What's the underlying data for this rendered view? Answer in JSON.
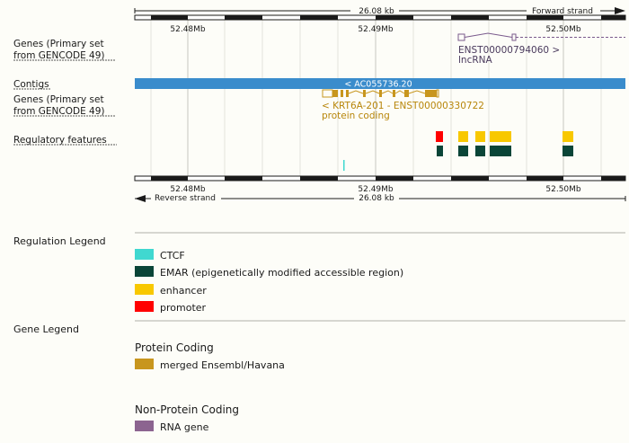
{
  "ruler_top": {
    "length": "26.08 kb",
    "strand": "Forward strand"
  },
  "ruler_bottom": {
    "length": "26.08 kb",
    "strand": "Reverse strand"
  },
  "ticks": [
    "52.48Mb",
    "52.49Mb",
    "52.50Mb"
  ],
  "tracks": {
    "genes_fwd_label_1": "Genes (Primary set",
    "genes_fwd_label_2": "from GENCODE 49)",
    "contigs_label": "Contigs",
    "genes_rev_label_1": "Genes (Primary set",
    "genes_rev_label_2": "from GENCODE 49)",
    "regulatory_label": "Regulatory features"
  },
  "features": {
    "lnc_name": "ENST00000794060 >",
    "lnc_type": "lncRNA",
    "contig_name": "< AC055736.20",
    "coding_name": "< KRT6A-201 - ENST00000330722",
    "coding_type": "protein coding"
  },
  "regulation_legend": {
    "title": "Regulation Legend",
    "items": [
      {
        "label": "CTCF",
        "color": "#40d8d0"
      },
      {
        "label": "EMAR (epigenetically modified accessible region)",
        "color": "#0a4538"
      },
      {
        "label": "enhancer",
        "color": "#f8c800"
      },
      {
        "label": "promoter",
        "color": "#ff0000"
      }
    ]
  },
  "gene_legend": {
    "title": "Gene Legend",
    "protein_heading": "Protein Coding",
    "protein_item": {
      "label": "merged Ensembl/Havana",
      "color": "#c8961e"
    },
    "nonprotein_heading": "Non-Protein Coding",
    "nonprotein_item": {
      "label": "RNA gene",
      "color": "#8c6490"
    }
  },
  "colors": {
    "contig": "#3a8ccc",
    "coding": "#c8961e",
    "lncrna": "#7a5a8c",
    "enhancer": "#f8c800",
    "promoter": "#ff0000",
    "emar": "#0a4538",
    "ctcf": "#40d8d0"
  }
}
